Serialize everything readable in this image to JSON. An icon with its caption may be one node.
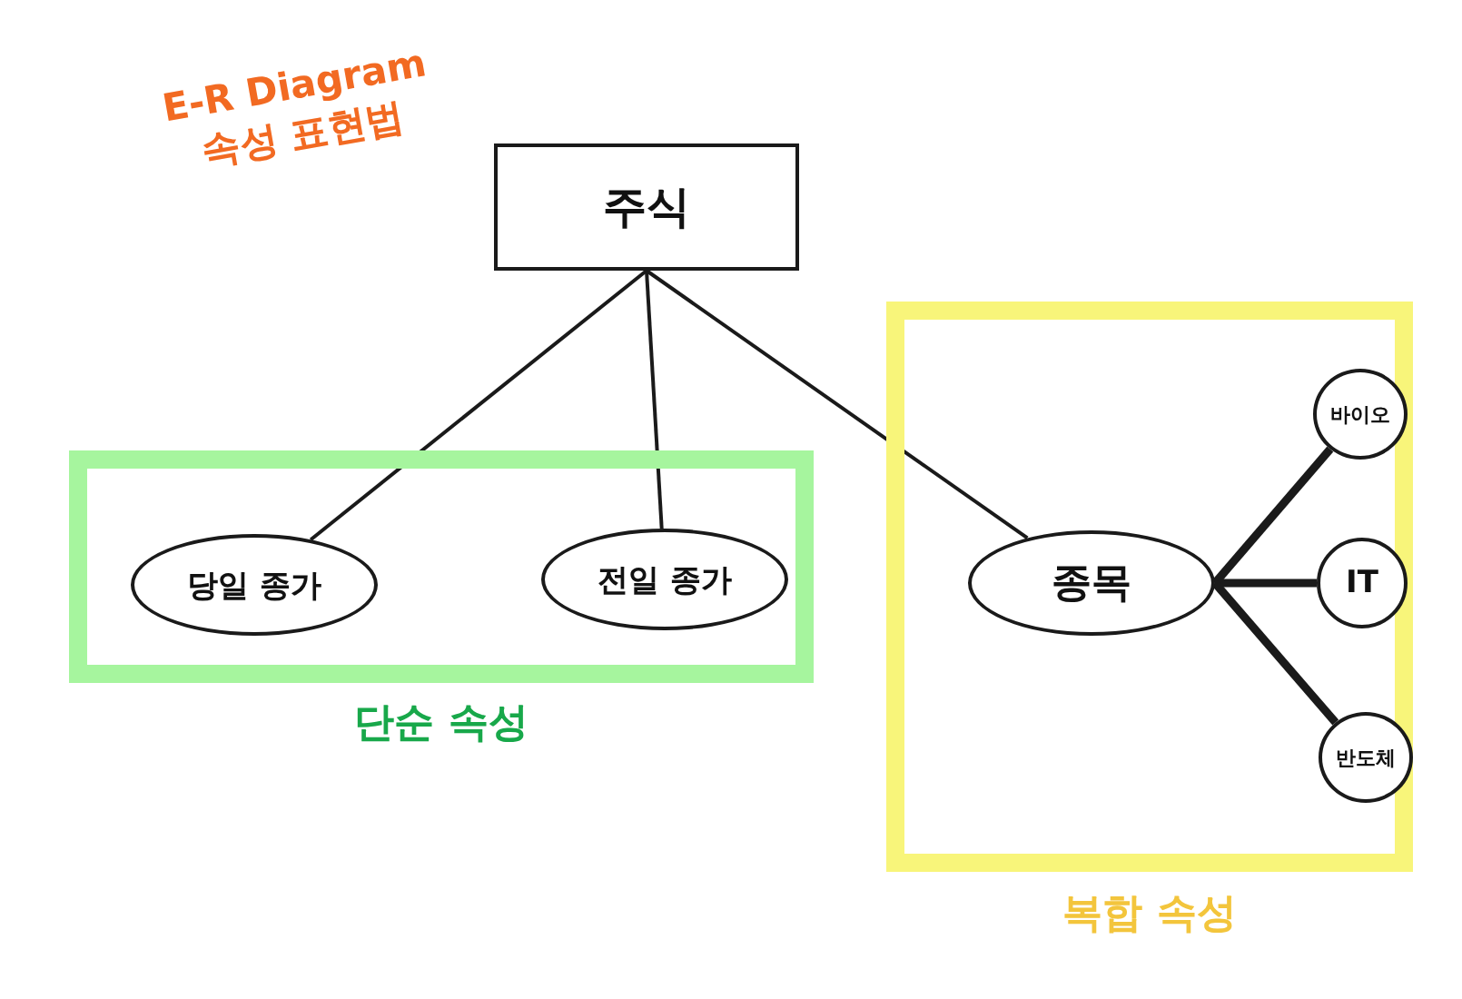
{
  "diagram": {
    "title": "E-R Diagram 속성 표현법",
    "nodes": [
      {
        "text": [
          "주식"
        ]
      },
      {
        "text": [
          "단순 속성"
        ]
      },
      {
        "text": [
          "당일 종가"
        ],
        "in": 1
      },
      {
        "text": [
          "전일 종가"
        ],
        "in": 1
      },
      {
        "text": [
          "복합 속성"
        ]
      },
      {
        "text": [
          "종목"
        ],
        "in": 4
      },
      {
        "text": [
          "바이오"
        ],
        "in": 4
      },
      {
        "text": [
          "IT"
        ],
        "in": 4
      },
      {
        "text": [
          "반도체"
        ],
        "in": 4
      }
    ],
    "edges": [
      {
        "from": 0,
        "to": 2,
        "arrow": "none"
      },
      {
        "from": 0,
        "to": 3,
        "arrow": "none"
      },
      {
        "from": 0,
        "to": 5,
        "arrow": "none"
      },
      {
        "from": 5,
        "to": 6,
        "arrow": "none",
        "style": "thick"
      },
      {
        "from": 5,
        "to": 7,
        "arrow": "none",
        "style": "thick"
      },
      {
        "from": 5,
        "to": 8,
        "arrow": "none",
        "style": "thick"
      }
    ]
  }
}
